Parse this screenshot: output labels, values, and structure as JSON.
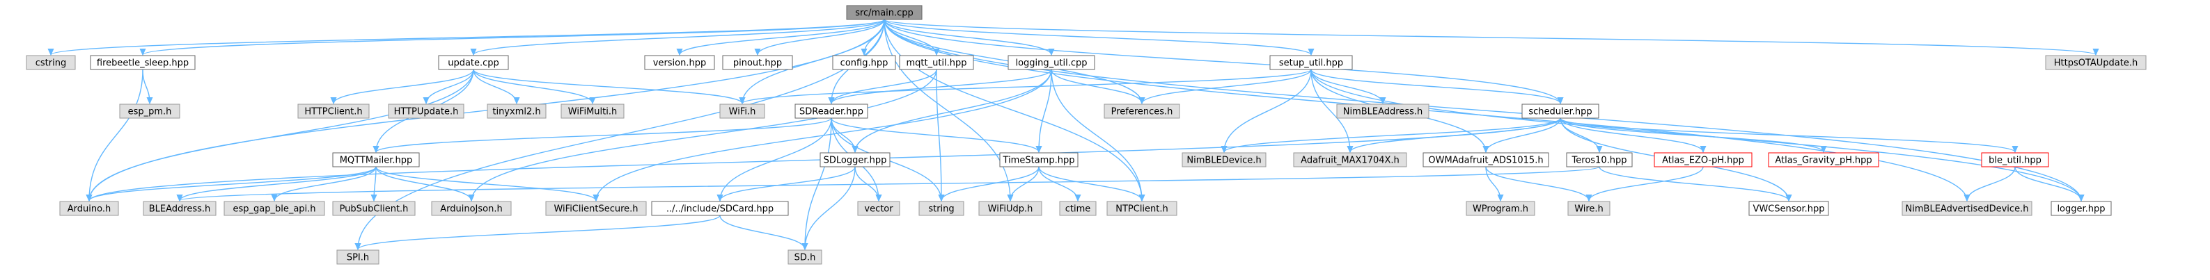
{
  "diagram": {
    "type": "include-dependency-graph",
    "colors": {
      "edge": "#63b8ff",
      "source_fill": "#999999",
      "source_border": "#666666",
      "local_fill": "#ffffff",
      "local_border": "#666666",
      "system_fill": "#e0e0e0",
      "system_border": "#999999",
      "missing_border": "#ff0000"
    },
    "nodes": [
      {
        "id": "main",
        "label": "src/main.cpp",
        "kind": "source"
      },
      {
        "id": "cstring",
        "label": "cstring",
        "kind": "system"
      },
      {
        "id": "firebeetle",
        "label": "firebeetle_sleep.hpp",
        "kind": "local"
      },
      {
        "id": "update",
        "label": "update.cpp",
        "kind": "local"
      },
      {
        "id": "version",
        "label": "version.hpp",
        "kind": "local"
      },
      {
        "id": "pinout",
        "label": "pinout.hpp",
        "kind": "local"
      },
      {
        "id": "config",
        "label": "config.hpp",
        "kind": "local"
      },
      {
        "id": "mqtt_util",
        "label": "mqtt_util.hpp",
        "kind": "local"
      },
      {
        "id": "logging_util",
        "label": "logging_util.cpp",
        "kind": "local"
      },
      {
        "id": "setup_util",
        "label": "setup_util.hpp",
        "kind": "local"
      },
      {
        "id": "httpsota",
        "label": "HttpsOTAUpdate.h",
        "kind": "system"
      },
      {
        "id": "esp_pm",
        "label": "esp_pm.h",
        "kind": "system"
      },
      {
        "id": "httpclient",
        "label": "HTTPClient.h",
        "kind": "system"
      },
      {
        "id": "httpupdate",
        "label": "HTTPUpdate.h",
        "kind": "system"
      },
      {
        "id": "tinyxml2",
        "label": "tinyxml2.h",
        "kind": "system"
      },
      {
        "id": "wifimulti",
        "label": "WiFiMulti.h",
        "kind": "system"
      },
      {
        "id": "wifi",
        "label": "WiFi.h",
        "kind": "system"
      },
      {
        "id": "sdreader",
        "label": "SDReader.hpp",
        "kind": "local"
      },
      {
        "id": "preferences",
        "label": "Preferences.h",
        "kind": "system"
      },
      {
        "id": "nimbleaddress",
        "label": "NimBLEAddress.h",
        "kind": "system"
      },
      {
        "id": "scheduler",
        "label": "scheduler.hpp",
        "kind": "local"
      },
      {
        "id": "mqttmailer",
        "label": "MQTTMailer.hpp",
        "kind": "local"
      },
      {
        "id": "sdlogger",
        "label": "SDLogger.hpp",
        "kind": "local"
      },
      {
        "id": "timestamp",
        "label": "TimeStamp.hpp",
        "kind": "local"
      },
      {
        "id": "nimbledevice",
        "label": "NimBLEDevice.h",
        "kind": "system"
      },
      {
        "id": "max1704x",
        "label": "Adafruit_MAX1704X.h",
        "kind": "system"
      },
      {
        "id": "owm",
        "label": "OWMAdafruit_ADS1015.h",
        "kind": "local"
      },
      {
        "id": "teros",
        "label": "Teros10.hpp",
        "kind": "local"
      },
      {
        "id": "ezo",
        "label": "Atlas_EZO-pH.hpp",
        "kind": "missing"
      },
      {
        "id": "gravity",
        "label": "Atlas_Gravity_pH.hpp",
        "kind": "missing"
      },
      {
        "id": "ble_util",
        "label": "ble_util.hpp",
        "kind": "missing"
      },
      {
        "id": "arduino",
        "label": "Arduino.h",
        "kind": "system"
      },
      {
        "id": "bleaddress",
        "label": "BLEAddress.h",
        "kind": "system"
      },
      {
        "id": "gapble",
        "label": "esp_gap_ble_api.h",
        "kind": "system"
      },
      {
        "id": "pubsub",
        "label": "PubSubClient.h",
        "kind": "system"
      },
      {
        "id": "arduinojson",
        "label": "ArduinoJson.h",
        "kind": "system"
      },
      {
        "id": "wificlientsecure",
        "label": "WiFiClientSecure.h",
        "kind": "system"
      },
      {
        "id": "sdcard",
        "label": "../../include/SDCard.hpp",
        "kind": "local"
      },
      {
        "id": "vector",
        "label": "vector",
        "kind": "system"
      },
      {
        "id": "string",
        "label": "string",
        "kind": "system"
      },
      {
        "id": "wifiudp",
        "label": "WiFiUdp.h",
        "kind": "system"
      },
      {
        "id": "ctime",
        "label": "ctime",
        "kind": "system"
      },
      {
        "id": "ntpclient",
        "label": "NTPClient.h",
        "kind": "system"
      },
      {
        "id": "wprogram",
        "label": "WProgram.h",
        "kind": "system"
      },
      {
        "id": "wire",
        "label": "Wire.h",
        "kind": "system"
      },
      {
        "id": "vwcsensor",
        "label": "VWCSensor.hpp",
        "kind": "local"
      },
      {
        "id": "nimbleadv",
        "label": "NimBLEAdvertisedDevice.h",
        "kind": "system"
      },
      {
        "id": "logger",
        "label": "logger.hpp",
        "kind": "local"
      },
      {
        "id": "spi",
        "label": "SPI.h",
        "kind": "system"
      },
      {
        "id": "sd",
        "label": "SD.h",
        "kind": "system"
      }
    ],
    "edges": [
      [
        "main",
        "cstring"
      ],
      [
        "main",
        "firebeetle"
      ],
      [
        "main",
        "update"
      ],
      [
        "main",
        "version"
      ],
      [
        "main",
        "pinout"
      ],
      [
        "main",
        "config"
      ],
      [
        "main",
        "mqtt_util"
      ],
      [
        "main",
        "logging_util"
      ],
      [
        "main",
        "setup_util"
      ],
      [
        "main",
        "httpsota"
      ],
      [
        "main",
        "wifi"
      ],
      [
        "main",
        "sdreader"
      ],
      [
        "main",
        "preferences"
      ],
      [
        "main",
        "scheduler"
      ],
      [
        "main",
        "ntpclient"
      ],
      [
        "main",
        "wifiudp"
      ],
      [
        "main",
        "logger"
      ],
      [
        "main",
        "arduino"
      ],
      [
        "main",
        "spi"
      ],
      [
        "main",
        "nimbleadv"
      ],
      [
        "firebeetle",
        "esp_pm"
      ],
      [
        "firebeetle",
        "arduino"
      ],
      [
        "update",
        "httpclient"
      ],
      [
        "update",
        "httpupdate"
      ],
      [
        "update",
        "tinyxml2"
      ],
      [
        "update",
        "wifimulti"
      ],
      [
        "update",
        "wifi"
      ],
      [
        "update",
        "mqttmailer"
      ],
      [
        "update",
        "arduino"
      ],
      [
        "mqtt_util",
        "sdreader"
      ],
      [
        "mqtt_util",
        "arduinojson"
      ],
      [
        "mqtt_util",
        "string"
      ],
      [
        "logging_util",
        "sdreader"
      ],
      [
        "logging_util",
        "preferences"
      ],
      [
        "logging_util",
        "sdlogger"
      ],
      [
        "logging_util",
        "timestamp"
      ],
      [
        "logging_util",
        "ntpclient"
      ],
      [
        "logging_util",
        "wificlientsecure"
      ],
      [
        "setup_util",
        "wifi"
      ],
      [
        "setup_util",
        "preferences"
      ],
      [
        "setup_util",
        "nimbleaddress"
      ],
      [
        "setup_util",
        "scheduler"
      ],
      [
        "setup_util",
        "nimbledevice"
      ],
      [
        "setup_util",
        "max1704x"
      ],
      [
        "setup_util",
        "owm"
      ],
      [
        "setup_util",
        "logger"
      ],
      [
        "sdreader",
        "mqttmailer"
      ],
      [
        "sdreader",
        "sdlogger"
      ],
      [
        "sdreader",
        "timestamp"
      ],
      [
        "sdreader",
        "sdcard"
      ],
      [
        "sdreader",
        "sd"
      ],
      [
        "sdreader",
        "string"
      ],
      [
        "sdreader",
        "vector"
      ],
      [
        "scheduler",
        "nimbledevice"
      ],
      [
        "scheduler",
        "max1704x"
      ],
      [
        "scheduler",
        "owm"
      ],
      [
        "scheduler",
        "teros"
      ],
      [
        "scheduler",
        "ezo"
      ],
      [
        "scheduler",
        "gravity"
      ],
      [
        "scheduler",
        "ble_util"
      ],
      [
        "scheduler",
        "vwcsensor"
      ],
      [
        "scheduler",
        "arduino"
      ],
      [
        "mqttmailer",
        "arduino"
      ],
      [
        "mqttmailer",
        "bleaddress"
      ],
      [
        "mqttmailer",
        "gapble"
      ],
      [
        "mqttmailer",
        "pubsub"
      ],
      [
        "mqttmailer",
        "arduinojson"
      ],
      [
        "mqttmailer",
        "wificlientsecure"
      ],
      [
        "sdlogger",
        "sdcard"
      ],
      [
        "sdlogger",
        "vector"
      ],
      [
        "sdlogger",
        "sd"
      ],
      [
        "timestamp",
        "string"
      ],
      [
        "timestamp",
        "wifiudp"
      ],
      [
        "timestamp",
        "ctime"
      ],
      [
        "timestamp",
        "ntpclient"
      ],
      [
        "owm",
        "wprogram"
      ],
      [
        "owm",
        "wire"
      ],
      [
        "teros",
        "vwcsensor"
      ],
      [
        "teros",
        "bleaddress"
      ],
      [
        "ezo",
        "wire"
      ],
      [
        "ble_util",
        "nimbleadv"
      ],
      [
        "ble_util",
        "logger"
      ],
      [
        "sdcard",
        "spi"
      ],
      [
        "sdcard",
        "sd"
      ]
    ]
  }
}
